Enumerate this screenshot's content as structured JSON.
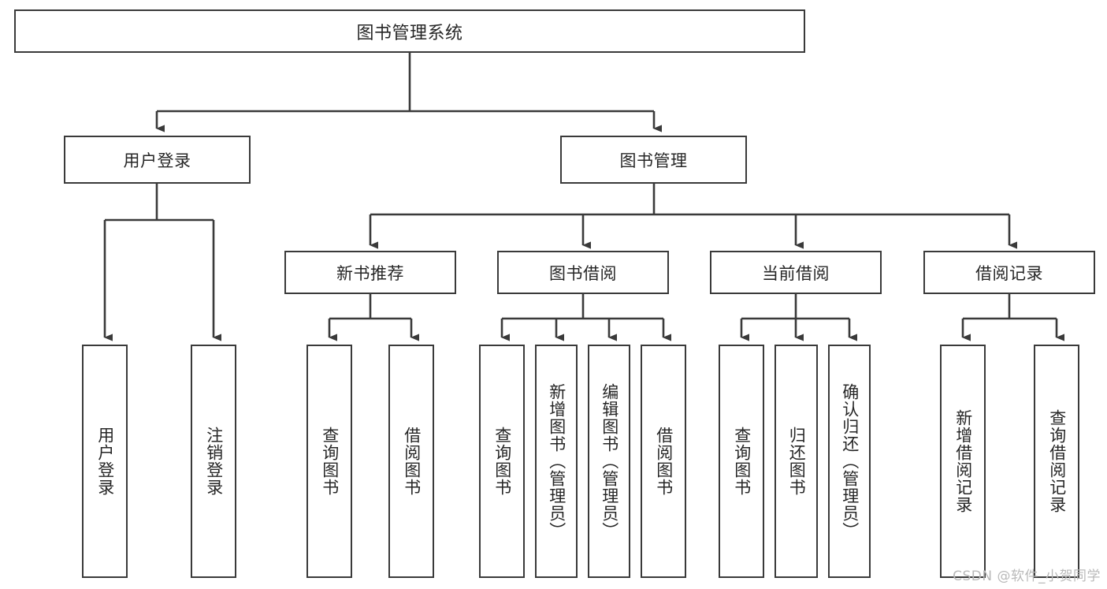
{
  "diagram": {
    "title": "图书管理系统",
    "watermark": "CSDN @软件_小贺同学",
    "stroke_color": "#3a3a3a",
    "text_color": "#262626",
    "background": "#ffffff",
    "levels": {
      "root": {
        "label": "图书管理系统"
      },
      "level2": [
        {
          "label": "用户登录"
        },
        {
          "label": "图书管理"
        }
      ],
      "level3": [
        {
          "label": "新书推荐"
        },
        {
          "label": "图书借阅"
        },
        {
          "label": "当前借阅"
        },
        {
          "label": "借阅记录"
        }
      ],
      "leaves": {
        "user_login": [
          {
            "label": "用户登录"
          },
          {
            "label": "注销登录"
          }
        ],
        "new_book": [
          {
            "label": "查询图书"
          },
          {
            "label": "借阅图书"
          }
        ],
        "book_borrow": [
          {
            "label": "查询图书"
          },
          {
            "label": "新增图书（管理员）"
          },
          {
            "label": "编辑图书（管理员）"
          },
          {
            "label": "借阅图书"
          }
        ],
        "current_borrow": [
          {
            "label": "查询图书"
          },
          {
            "label": "归还图书"
          },
          {
            "label": "确认归还（管理员）"
          }
        ],
        "borrow_record": [
          {
            "label": "新增借阅记录"
          },
          {
            "label": "查询借阅记录"
          }
        ]
      }
    }
  }
}
